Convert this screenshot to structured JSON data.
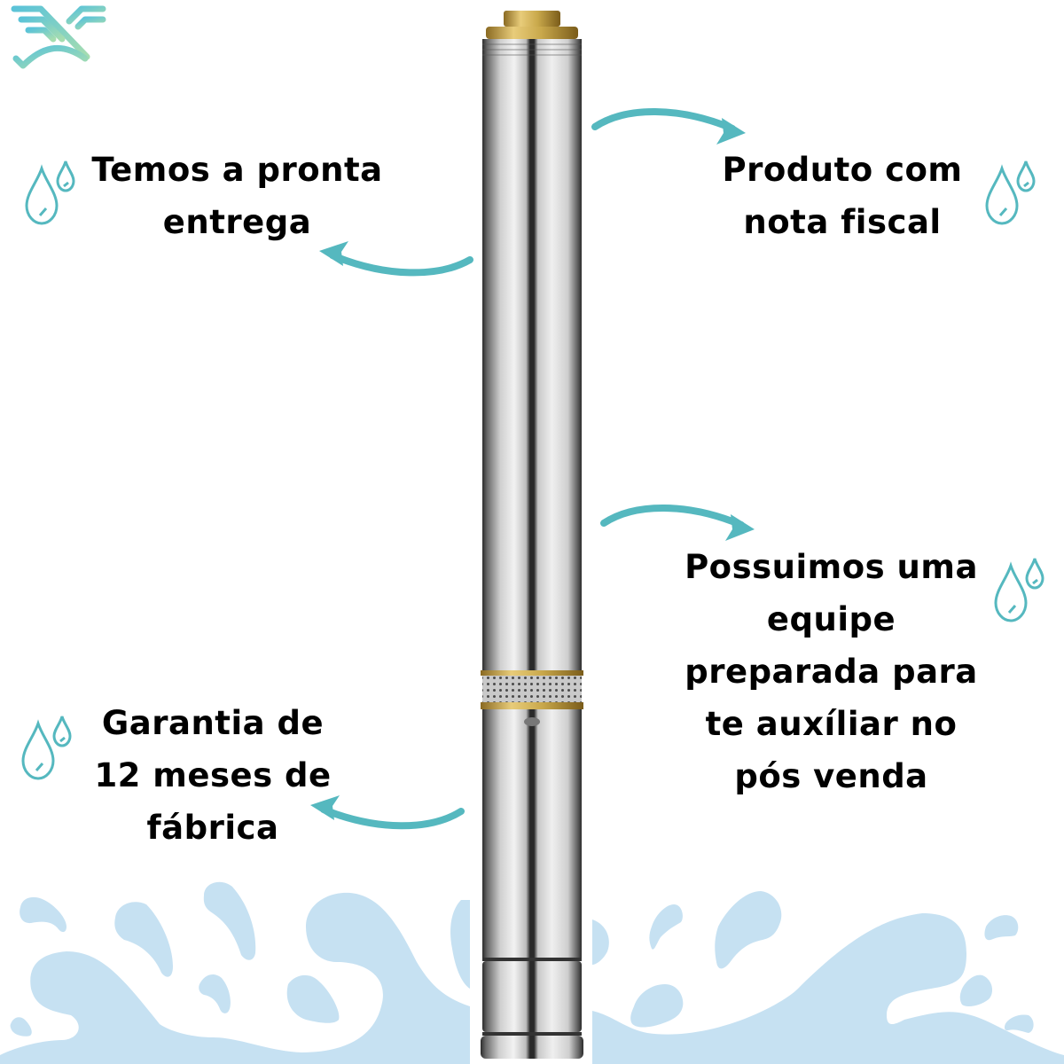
{
  "brand": {
    "logo_icon": "wing-swoosh-logo-icon",
    "colors": {
      "start": "#5bc3d8",
      "end": "#a6ddb0"
    }
  },
  "product": {
    "name": "submersible-pump",
    "colors": {
      "steel_light": "#e8e8e8",
      "steel_dark": "#3a3a3a",
      "brass": "#c9a84b"
    }
  },
  "accent_color": "#55b8bf",
  "splash_color": "#c6e1f2",
  "callouts": [
    {
      "id": "pronta-entrega",
      "lines": [
        "Temos a pronta",
        "entrega"
      ],
      "icon": "water-drops-icon",
      "arrow": "curved-arrow-left-icon"
    },
    {
      "id": "nota-fiscal",
      "lines": [
        "Produto com",
        "nota fiscal"
      ],
      "icon": "water-drops-icon",
      "arrow": "curved-arrow-right-icon"
    },
    {
      "id": "equipe",
      "lines": [
        "Possuimos uma",
        "equipe",
        "preparada para",
        "te auxíliar no",
        "pós venda"
      ],
      "icon": "water-drops-icon",
      "arrow": "curved-arrow-right-icon"
    },
    {
      "id": "garantia",
      "lines": [
        "Garantia de",
        "12 meses de",
        "fábrica"
      ],
      "icon": "water-drops-icon",
      "arrow": "curved-arrow-left-icon"
    }
  ]
}
